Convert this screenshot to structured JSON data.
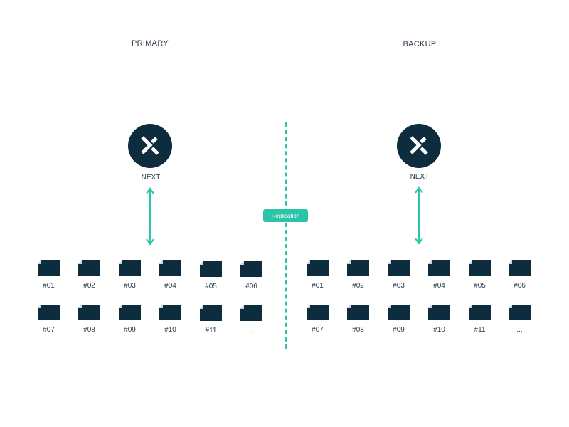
{
  "primary": {
    "title": "PRIMARY",
    "node_label": "NEXT",
    "partitions": [
      "#01",
      "#02",
      "#03",
      "#04",
      "#05",
      "#06",
      "#07",
      "#08",
      "#09",
      "#10",
      "#11",
      "..."
    ]
  },
  "backup": {
    "title": "BACKUP",
    "node_label": "NEXT",
    "partitions": [
      "#01",
      "#02",
      "#03",
      "#04",
      "#05",
      "#06",
      "#07",
      "#08",
      "#09",
      "#10",
      "#11",
      "..."
    ]
  },
  "replication": {
    "label": "Replication"
  },
  "colors": {
    "accent": "#2cc4a8",
    "node_dark": "#0d2c3e",
    "text": "#2b3a4a"
  },
  "icons": {
    "node": "next-logo-icon",
    "partition": "partition-file-icon"
  }
}
